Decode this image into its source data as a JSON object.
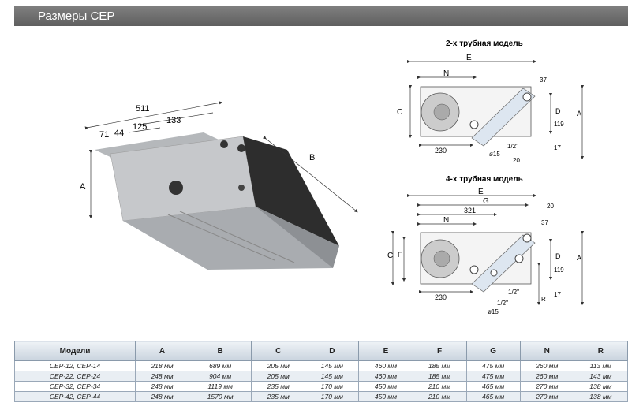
{
  "header": {
    "title": "Размеры CEP"
  },
  "dimensions_3d": {
    "d511": "511",
    "d133": "133",
    "d125": "125",
    "d44": "44",
    "d71": "71",
    "dA": "A",
    "dB": "B"
  },
  "view2": {
    "caption": "2-х трубная модель",
    "E": "E",
    "N": "N",
    "C": "C",
    "D": "D",
    "A": "A",
    "d37": "37",
    "d119": "119",
    "d17": "17",
    "d20": "20",
    "d230": "230",
    "pipe": "1/2\"",
    "drain": "ø15"
  },
  "view4": {
    "caption": "4-х трубная модель",
    "E": "E",
    "G": "G",
    "d321": "321",
    "N": "N",
    "C": "C",
    "F": "F",
    "D": "D",
    "A": "A",
    "R": "R",
    "d20": "20",
    "d37": "37",
    "d119": "119",
    "d17": "17",
    "d230": "230",
    "pipe1": "1/2\"",
    "pipe2": "1/2\"",
    "drain": "ø15"
  },
  "table": {
    "headers": [
      "Модели",
      "A",
      "B",
      "C",
      "D",
      "E",
      "F",
      "G",
      "N",
      "R"
    ],
    "rows": [
      [
        "CEP-12, CEP-14",
        "218 мм",
        "689 мм",
        "205 мм",
        "145 мм",
        "460 мм",
        "185 мм",
        "475 мм",
        "260 мм",
        "113 мм"
      ],
      [
        "CEP-22, CEP-24",
        "248 мм",
        "904 мм",
        "205 мм",
        "145 мм",
        "460 мм",
        "185 мм",
        "475 мм",
        "260 мм",
        "143 мм"
      ],
      [
        "CEP-32, CEP-34",
        "248 мм",
        "1119 мм",
        "235 мм",
        "170 мм",
        "450 мм",
        "210 мм",
        "465 мм",
        "270 мм",
        "138 мм"
      ],
      [
        "CEP-42, CEP-44",
        "248 мм",
        "1570 мм",
        "235 мм",
        "170 мм",
        "450 мм",
        "210 мм",
        "465 мм",
        "270 мм",
        "138 мм"
      ]
    ]
  }
}
